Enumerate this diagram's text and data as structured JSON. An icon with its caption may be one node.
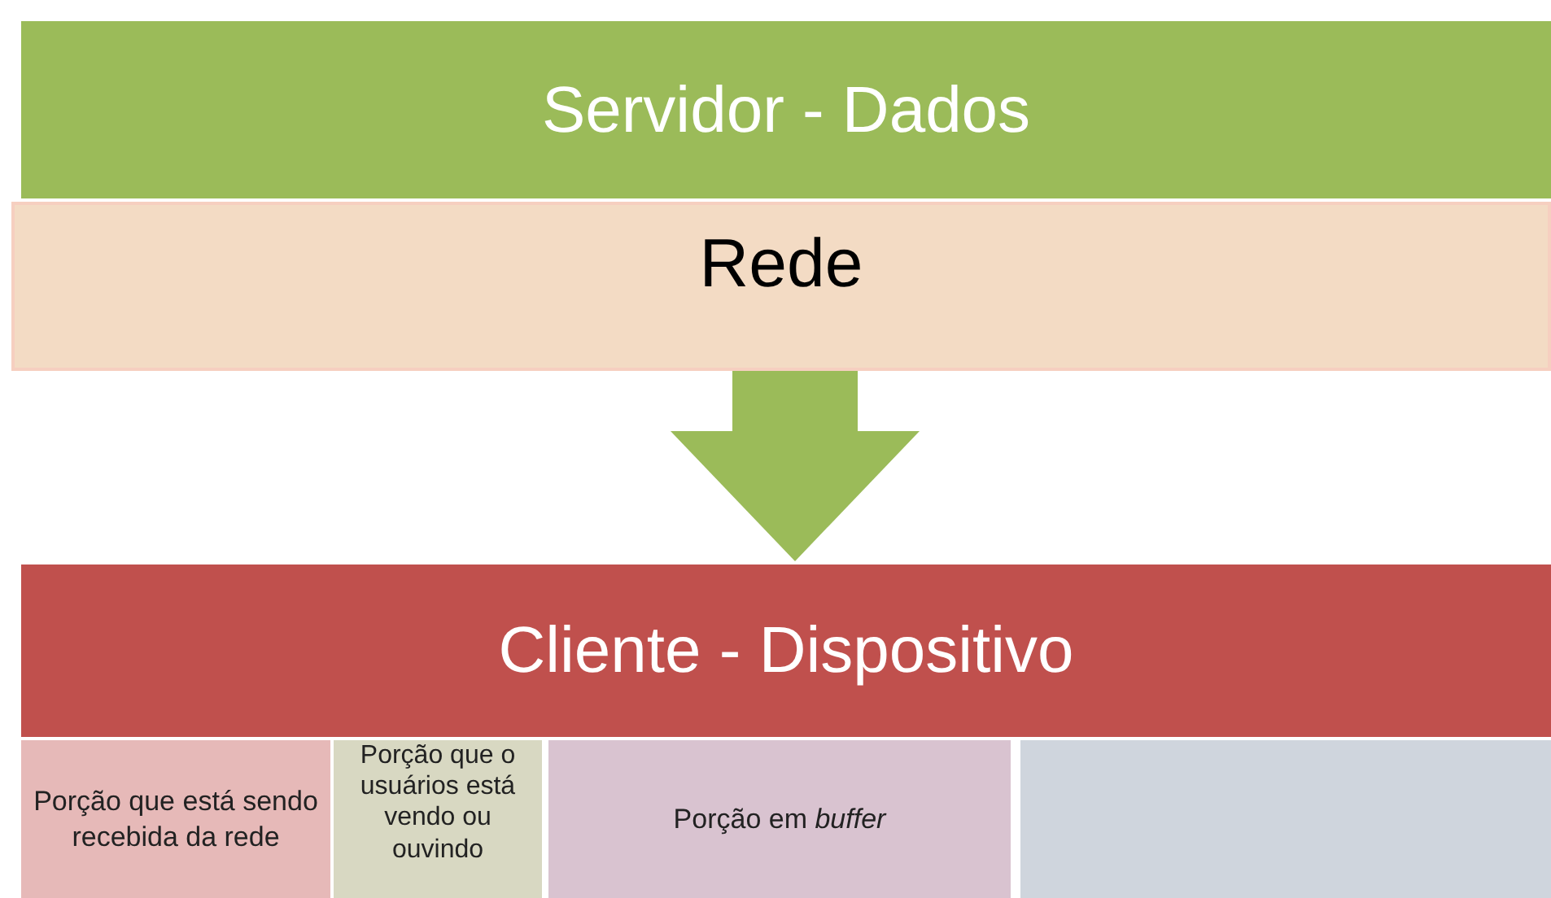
{
  "diagram": {
    "nodes": [
      {
        "text": [
          "Servidor - Dados"
        ]
      },
      {
        "text": [
          "Rede"
        ]
      },
      {
        "text": [
          "Cliente - Dispositivo"
        ]
      },
      {
        "text": [
          "Porção que está sendo recebida da rede"
        ]
      },
      {
        "text": [
          "Porção que o usuários está vendo ou ouvindo"
        ]
      },
      {
        "text": [
          "Porção em *buffer*"
        ]
      },
      {
        "text": [],
        "shape": "box"
      }
    ],
    "edges": [
      {
        "from": 1,
        "to": 2,
        "arrow": "to"
      }
    ]
  }
}
